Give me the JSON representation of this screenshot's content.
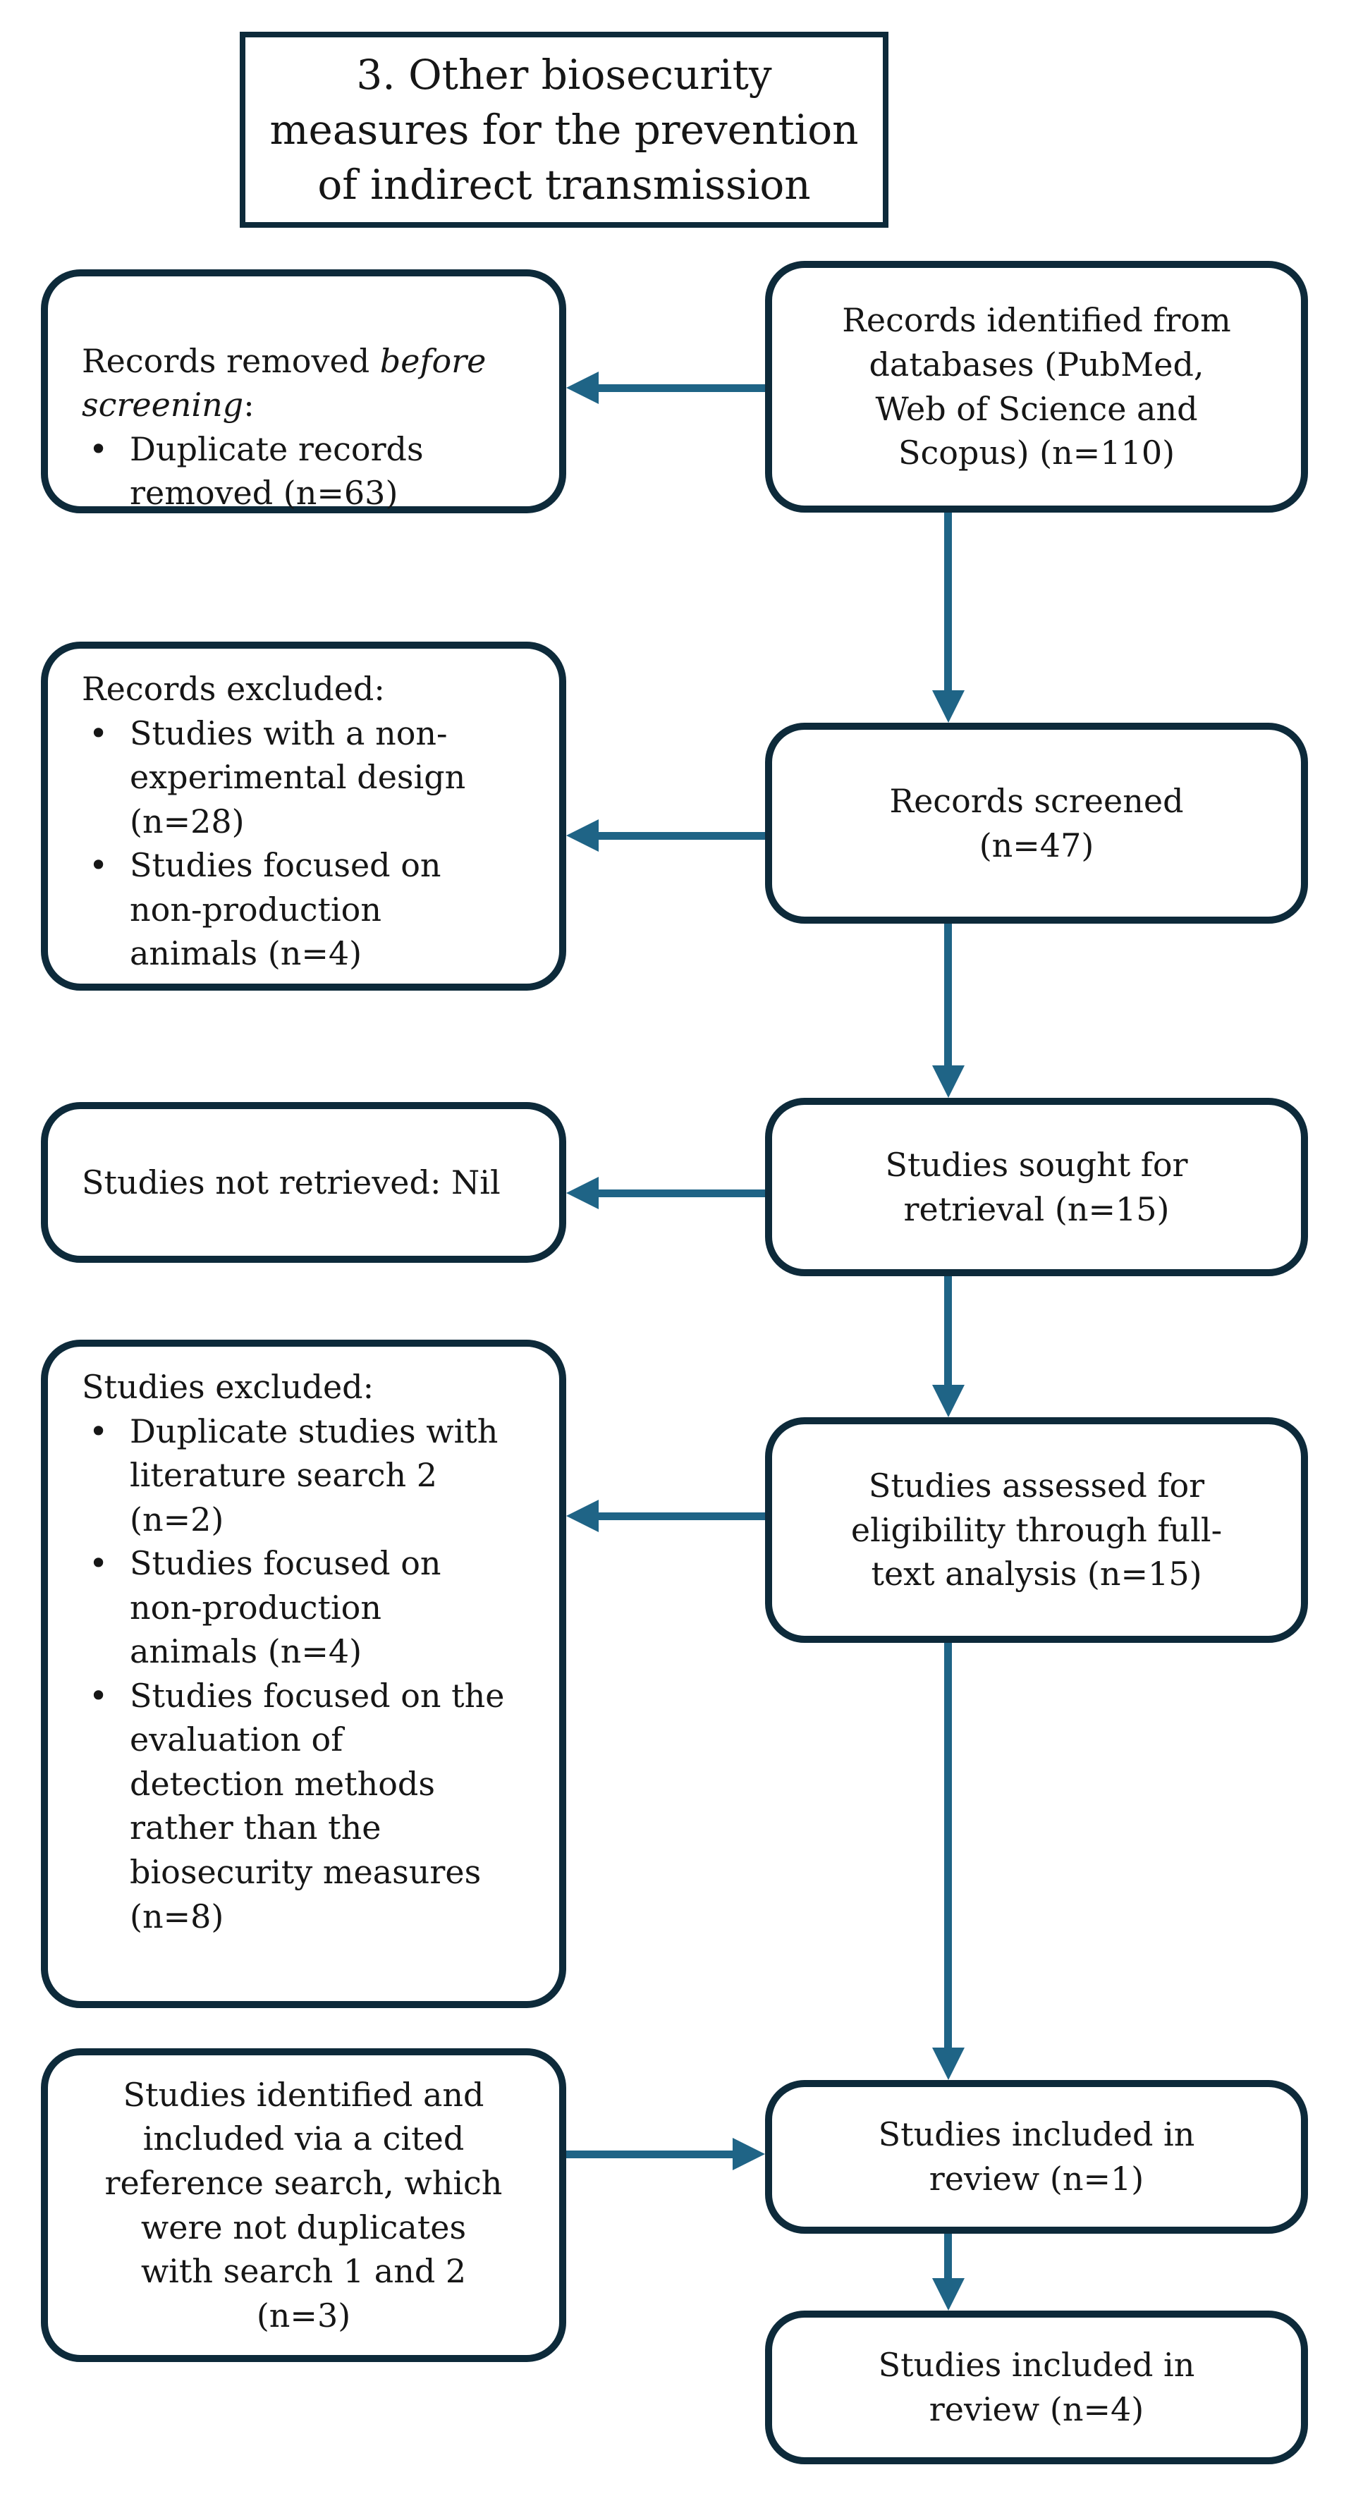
{
  "title": {
    "text": "3. Other biosecurity\nmeasures for the prevention\nof indirect transmission"
  },
  "bullet_char": "•",
  "colors": {
    "box_border": "#0d2a3a",
    "arrow": "#1f6486",
    "text": "#161616"
  },
  "right_boxes": [
    {
      "name": "records-identified",
      "text": "Records identified from\ndatabases (PubMed,\nWeb of Science and\nScopus) (n=110)"
    },
    {
      "name": "records-screened",
      "text": "Records screened\n(n=47)"
    },
    {
      "name": "studies-sought-retrieval",
      "text": "Studies sought for\nretrieval (n=15)"
    },
    {
      "name": "studies-assessed",
      "text": "Studies assessed for\neligibility through full-\ntext analysis (n=15)"
    },
    {
      "name": "studies-included-1",
      "text": "Studies included in\nreview (n=1)"
    },
    {
      "name": "studies-included-4",
      "text": "Studies included in\nreview (n=4)"
    }
  ],
  "left_boxes": {
    "records_removed": {
      "heading_prefix": "Records removed ",
      "heading_italic": "before screening",
      "heading_suffix": ":",
      "bullets": [
        "Duplicate records\nremoved (n=63)"
      ]
    },
    "records_excluded": {
      "heading": "Records excluded:",
      "bullets": [
        "Studies with a non-\nexperimental design\n(n=28)",
        "Studies focused on\nnon-production\nanimals  (n=4)"
      ]
    },
    "studies_not_retrieved": {
      "text": "Studies not retrieved: Nil"
    },
    "studies_excluded": {
      "heading": "Studies excluded:",
      "bullets": [
        "Duplicate studies with\nliterature search 2\n(n=2)",
        "Studies focused on\nnon-production\nanimals  (n=4)",
        "Studies focused on the\nevaluation of\ndetection methods\nrather than the\nbiosecurity measures\n(n=8)"
      ]
    },
    "cited_reference_search": {
      "text": "Studies identified and\nincluded via a cited\nreference search, which\nwere not duplicates\nwith search 1 and 2\n(n=3)"
    }
  }
}
